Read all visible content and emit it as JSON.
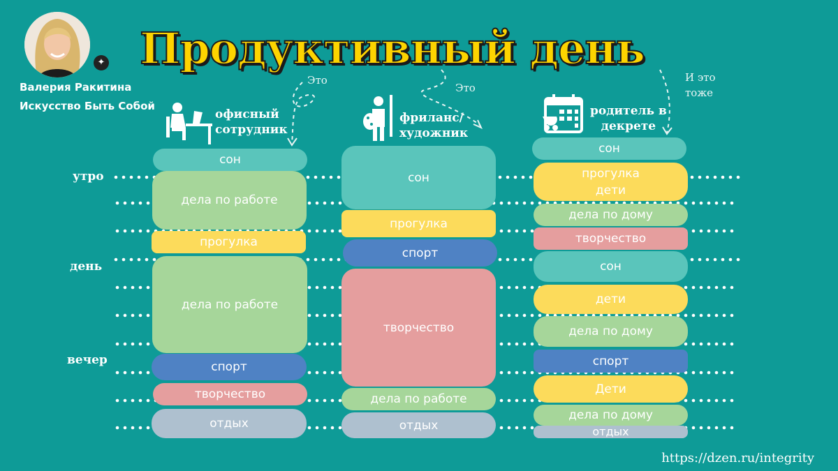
{
  "title": "Продуктивный день",
  "author": {
    "name": "Валерия Ракитина",
    "channel": "Искусство Быть Собой"
  },
  "columns": [
    {
      "head": "офисный\nсотрудник",
      "note": "Это",
      "icon": "office-worker-icon"
    },
    {
      "head": "фриланс/\nхудожник",
      "note": "Это",
      "icon": "artist-icon"
    },
    {
      "head": "родитель в\nдекрете",
      "note": "И это\nтоже",
      "icon": "calendar-stroller-icon"
    }
  ],
  "time_labels": [
    "утро",
    "день",
    "вечер"
  ],
  "office": [
    "сон",
    "дела по работе",
    "прогулка",
    "дела по работе",
    "спорт",
    "творчество",
    "отдых"
  ],
  "freelance": [
    "сон",
    "прогулка",
    "спорт",
    "творчество",
    "дела по работе",
    "отдых"
  ],
  "parent": [
    "сон",
    "прогулка\nдети",
    "дела по дому",
    "творчество",
    "сон",
    "дети",
    "дела по дому",
    "спорт",
    "Дети",
    "дела по дому",
    "отдых"
  ],
  "url": "https://dzen.ru/integrity",
  "colors": {
    "background": "#0e9b97",
    "title": "#fdd400",
    "son": "#5ac5bb",
    "work": "#a6d69a",
    "walk": "#fcdb5b",
    "sport": "#4f82c4",
    "art": "#e59e9e",
    "rest": "#aec0cf"
  }
}
